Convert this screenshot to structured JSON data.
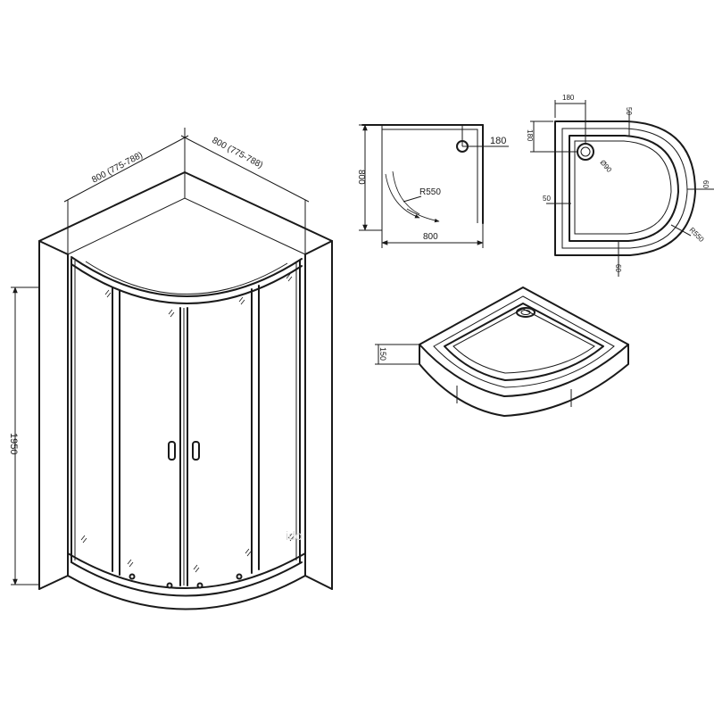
{
  "enclosure": {
    "width_left": "800 (775-788)",
    "width_right": "800 (775-788)",
    "height": "1950"
  },
  "plan": {
    "depth": "800",
    "width": "800",
    "radius": "R550",
    "drain_offset": "180"
  },
  "tray_top": {
    "drain_x": "180",
    "drain_y": "180",
    "edge_top": "50",
    "edge_left": "50",
    "edge_right": "60",
    "edge_bottom": "60",
    "drain_dia": "Ø90",
    "radius": "R550"
  },
  "tray_iso": {
    "height": "150"
  },
  "watermark": "ido"
}
